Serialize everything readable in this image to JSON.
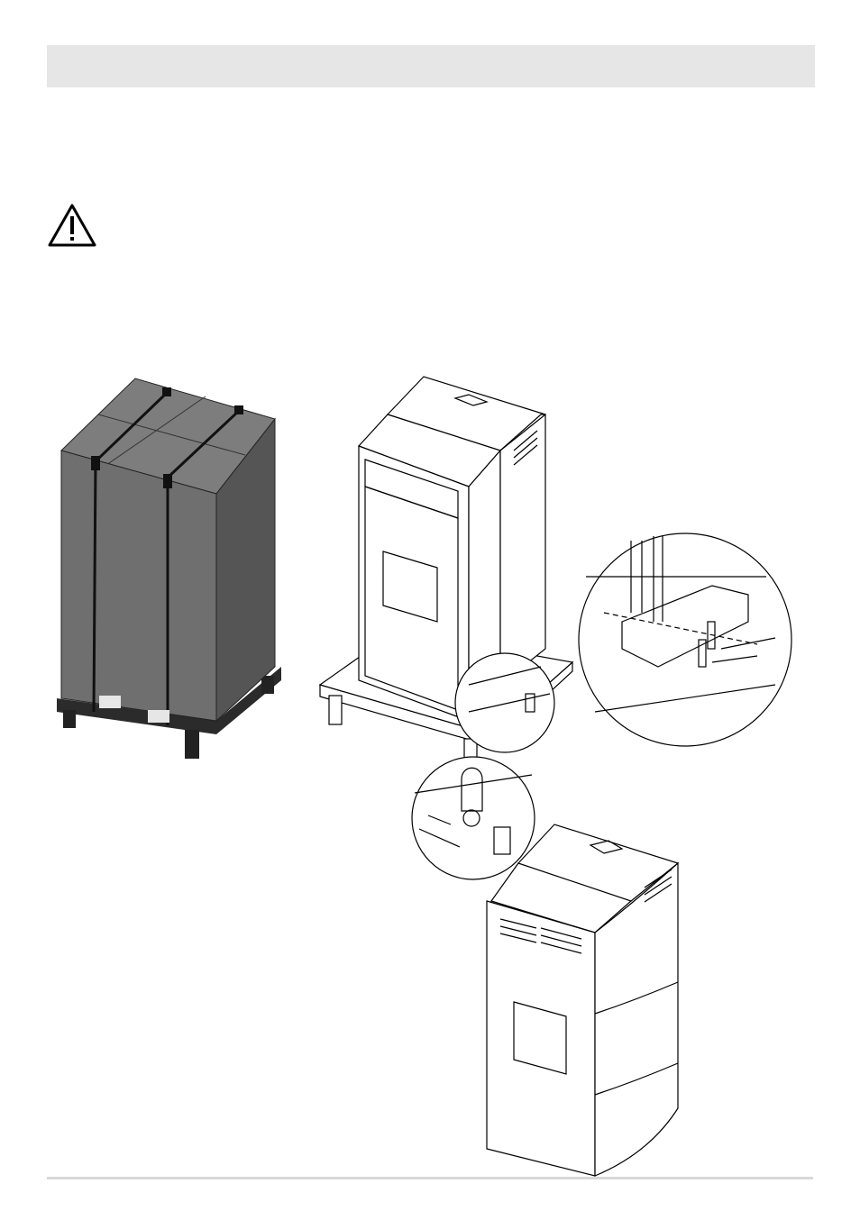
{
  "page": {
    "header": {
      "text": ""
    },
    "warning": {
      "icon": "warning-triangle-icon"
    },
    "illustrations": [
      {
        "name": "packaged-stove-on-pallet"
      },
      {
        "name": "stove-on-pallet-bracket-detail"
      },
      {
        "name": "lifting-eye-detail"
      },
      {
        "name": "assembled-stove"
      }
    ],
    "colors": {
      "header_bar": "#e6e6e6",
      "footer_rule": "#d8d8d8",
      "package": "#7a7a7a"
    }
  }
}
